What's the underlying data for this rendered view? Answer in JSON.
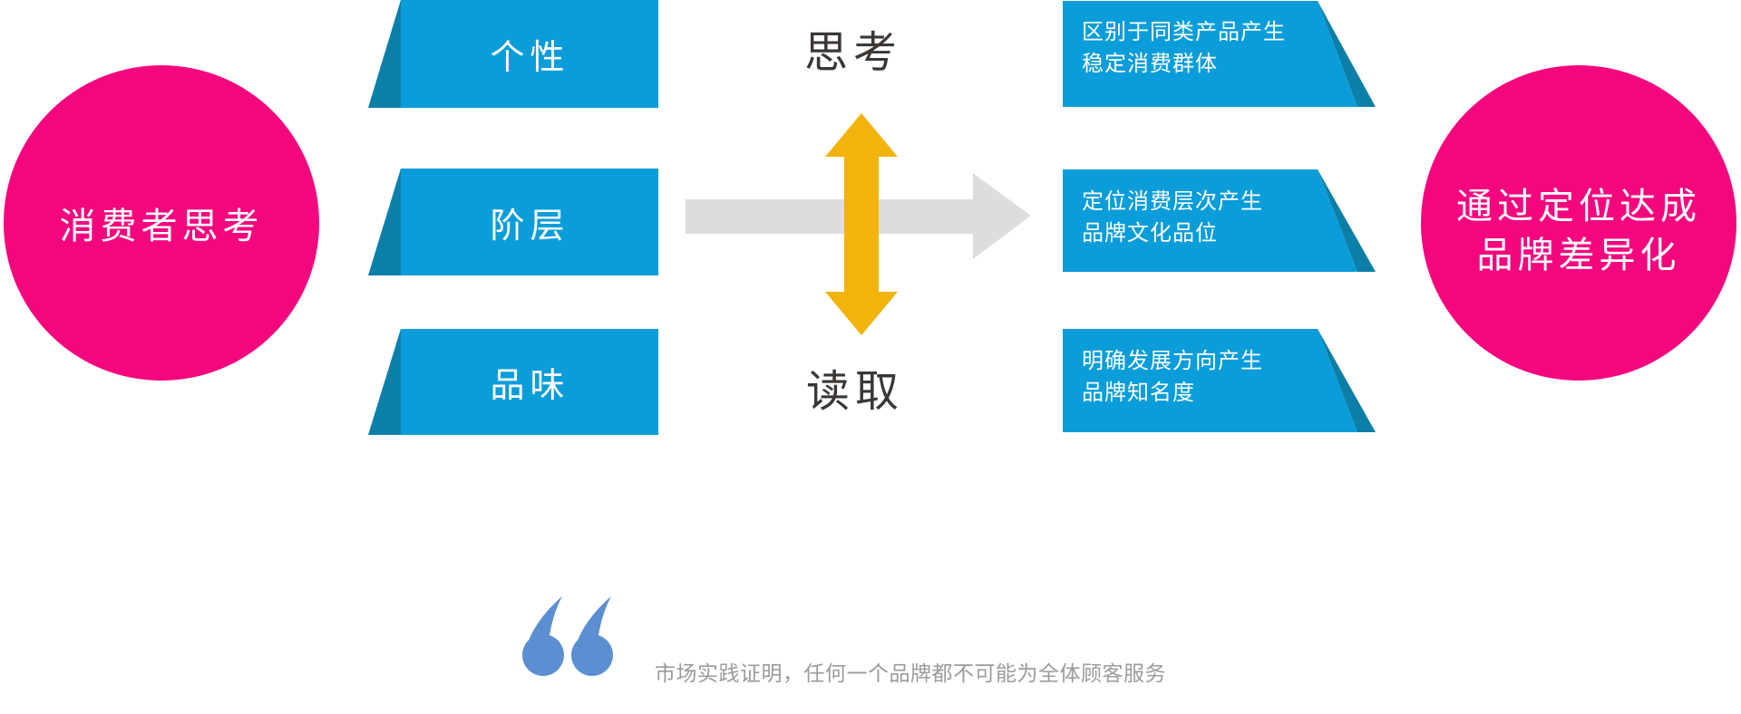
{
  "colors": {
    "pink": "#F4067E",
    "blue": "#0A9DD9",
    "blue_dark": "#0C7FA8",
    "yellow": "#F2B40C",
    "gray_arrow": "#DDDDDD",
    "quote_blue": "#5B8FD2",
    "dark_text": "#3B3735",
    "quote_text_gray": "#9B9B9B"
  },
  "left_circle": {
    "label": "消费者思考"
  },
  "ribbons": [
    {
      "label": "个性"
    },
    {
      "label": "阶层"
    },
    {
      "label": "品味"
    }
  ],
  "center": {
    "top_label": "思考",
    "bottom_label": "读取"
  },
  "result_boxes": [
    {
      "line1": "区别于同类产品产生",
      "line2": "稳定消费群体"
    },
    {
      "line1": "定位消费层次产生",
      "line2": "品牌文化品位"
    },
    {
      "line1": "明确发展方向产生",
      "line2": "品牌知名度"
    }
  ],
  "right_circle": {
    "line1": "通过定位达成",
    "line2": "品牌差异化"
  },
  "quote": {
    "text": "市场实践证明，任何一个品牌都不可能为全体顾客服务"
  }
}
